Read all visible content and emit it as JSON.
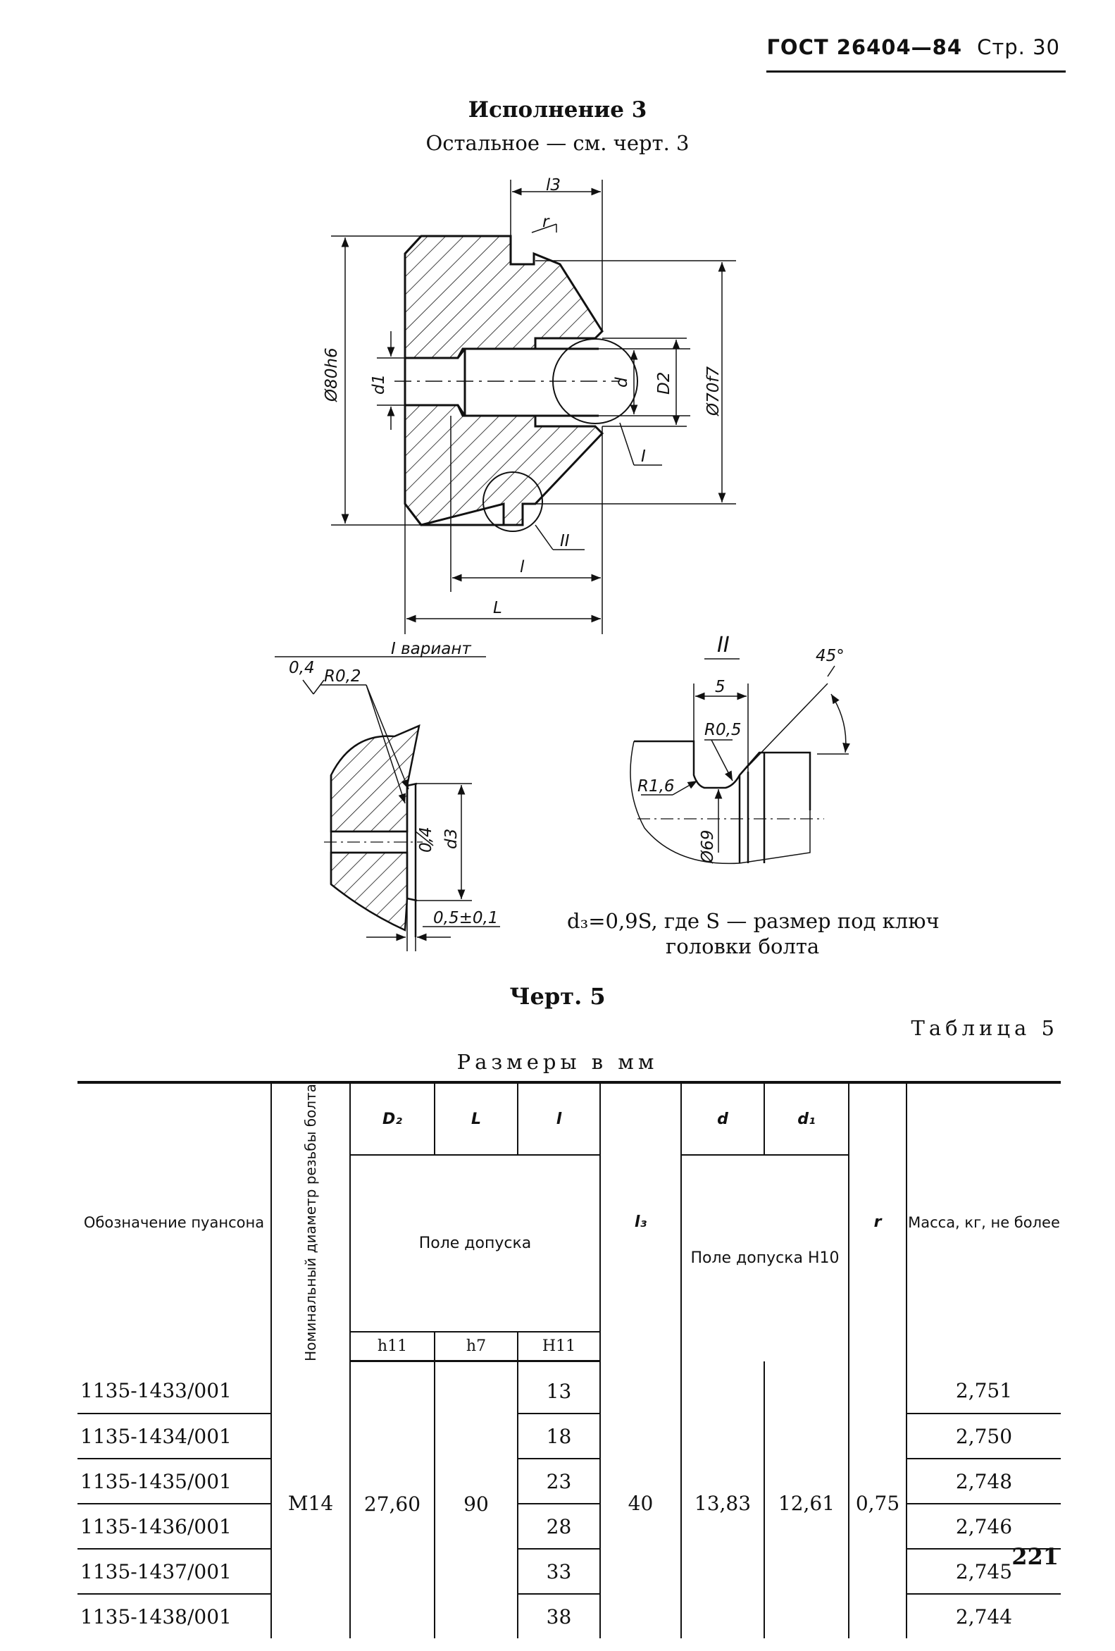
{
  "header": {
    "standard": "ГОСТ 26404—84",
    "page": "Стр. 30"
  },
  "title": {
    "execution": "Исполнение 3",
    "rest": "Остальное — см. черт. 3"
  },
  "drawing": {
    "labels": {
      "l3": "l3",
      "r": "r",
      "d80": "Ø80h6",
      "d70": "Ø70f7",
      "d1": "d1",
      "d": "d",
      "D2": "D2",
      "view1": "I",
      "view2": "II",
      "l": "l",
      "L": "L",
      "variant": "I вариант",
      "rough": "0,4",
      "r02": "R0,2",
      "d3": "d3",
      "rough2": "0,4",
      "tol05": "0,5±0,1",
      "detail2": "II",
      "ang45": "45°",
      "five": "5",
      "r05": "R0,5",
      "r16": "R1,6",
      "d69": "Ø69"
    }
  },
  "note": {
    "line1": "d₃=0,9S, где S — размер  под  ключ",
    "line2": "головки болта"
  },
  "chert": "Черт. 5",
  "table": {
    "number": "Таблица 5",
    "units": "Размеры в мм",
    "headers": {
      "designation": "Обозначение пуансона",
      "nominal": "Номинальный диаметр резьбы болта",
      "D2": "D₂",
      "L": "L",
      "l": "l",
      "l3": "l₃",
      "d": "d",
      "d1": "d₁",
      "r": "r",
      "mass": "Масса, кг, не более",
      "tolerance_field": "Поле допуска",
      "h11": "h11",
      "h7": "h7",
      "H11": "H11",
      "tolerance_H10": "Поле допуска H10"
    },
    "rows": [
      {
        "code": "1135-1433/001",
        "l": "13",
        "mass": "2,751"
      },
      {
        "code": "1135-1434/001",
        "l": "18",
        "mass": "2,750"
      },
      {
        "code": "1135-1435/001",
        "l": "23",
        "mass": "2,748"
      },
      {
        "code": "1135-1436/001",
        "l": "28",
        "mass": "2,746"
      },
      {
        "code": "1135-1437/001",
        "l": "33",
        "mass": "2,745"
      },
      {
        "code": "1135-1438/001",
        "l": "38",
        "mass": "2,744"
      }
    ],
    "common": {
      "nominal": "M14",
      "D2": "27,60",
      "L": "90",
      "l3": "40",
      "d": "13,83",
      "d1": "12,61",
      "r": "0,75"
    }
  },
  "page_number": "221"
}
